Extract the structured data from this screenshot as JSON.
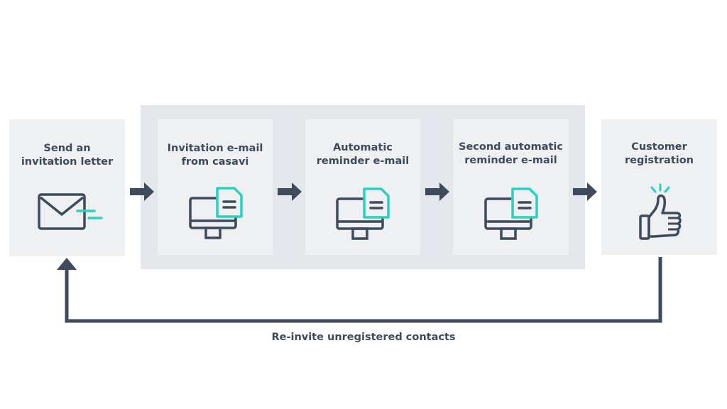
{
  "colors": {
    "text": "#3d4b5c",
    "icon_stroke": "#3d4b5c",
    "accent": "#28d1c0",
    "step_bg": "#eef0f2",
    "group_bg": "#e4e7eb"
  },
  "steps": [
    {
      "line1": "Send an",
      "line2": "invitation letter",
      "icon": "envelope-icon"
    },
    {
      "line1": "Invitation e-mail",
      "line2": "from casavi",
      "icon": "monitor-document-icon"
    },
    {
      "line1": "Automatic",
      "line2": "reminder e-mail",
      "icon": "monitor-document-icon"
    },
    {
      "line1": "Second automatic",
      "line2": "reminder e-mail",
      "icon": "monitor-document-icon"
    },
    {
      "line1": "Customer",
      "line2": "registration",
      "icon": "thumbs-up-icon"
    }
  ],
  "loop": {
    "label": "Re-invite unregistered contacts"
  }
}
